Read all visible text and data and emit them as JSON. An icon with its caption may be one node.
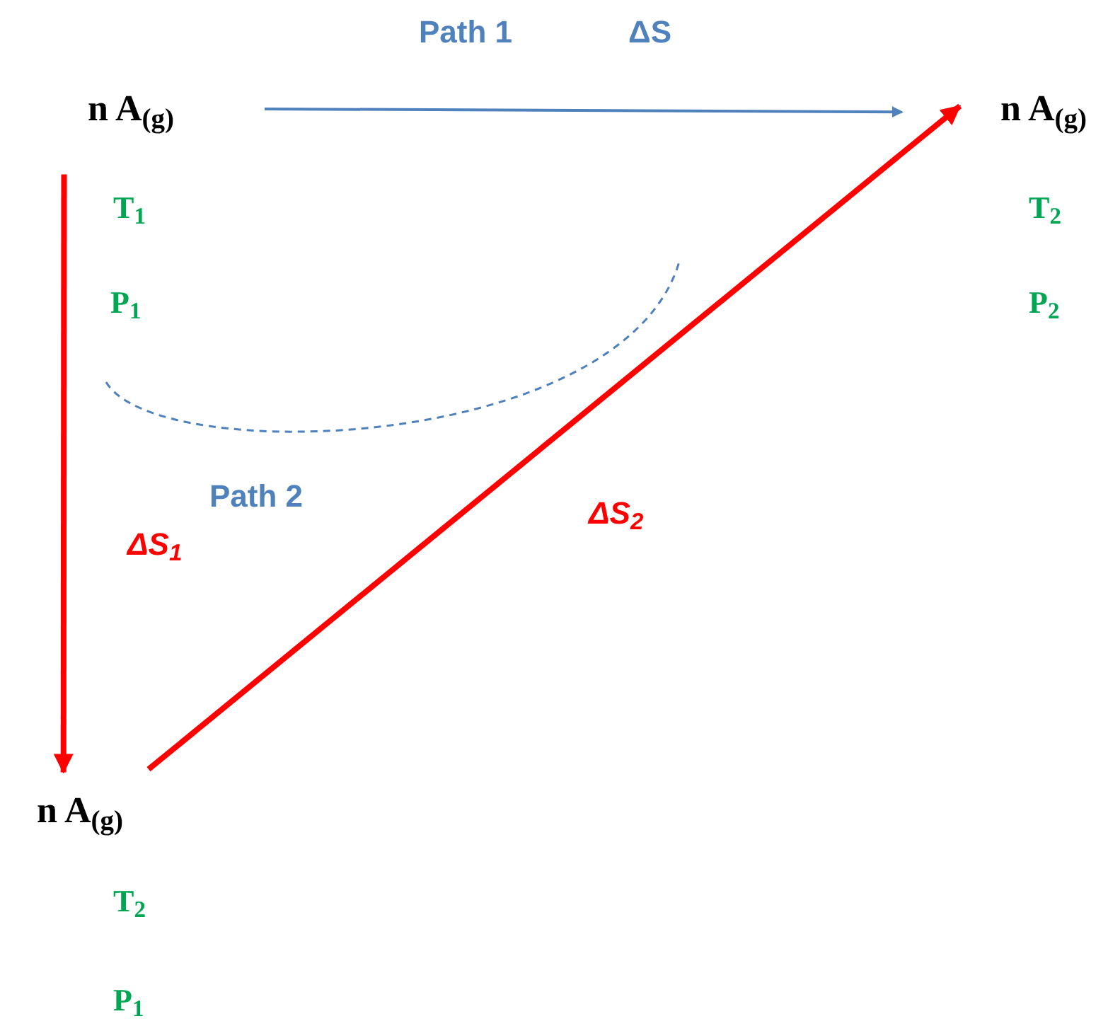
{
  "diagram": {
    "nodes": [
      {
        "text": [
          "n A$_{(g)}$"
        ],
        "beside": [
          "T$_{1}$",
          "P$_{1}$"
        ]
      },
      {
        "text": [
          "n A$_{(g)}$"
        ],
        "beside": [
          "T$_{2}$",
          "P$_{2}$"
        ]
      },
      {
        "text": [
          "n A$_{(g)}$"
        ],
        "beside": [
          "T$_{2}$",
          "P$_{1}$"
        ]
      }
    ],
    "edges": [
      {
        "from": 0,
        "to": 1,
        "arrow": "to",
        "label": "Path 1",
        "color": "#4f81bd"
      },
      {
        "from": 0,
        "to": 2,
        "arrow": "to",
        "label": "ΔS$_{1}$"
      },
      {
        "from": 2,
        "to": 1,
        "arrow": "to",
        "label": "ΔS$_{2}$"
      }
    ],
    "labels": [
      "ΔS",
      "Path 2"
    ]
  }
}
